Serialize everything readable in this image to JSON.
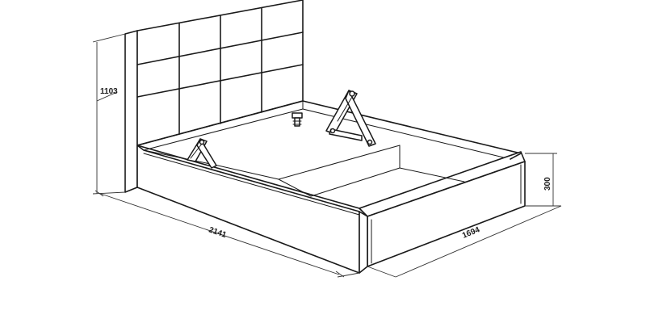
{
  "dimensions": {
    "headboard_height": "1103",
    "length": "2141",
    "width": "1694",
    "frame_height": "300"
  }
}
